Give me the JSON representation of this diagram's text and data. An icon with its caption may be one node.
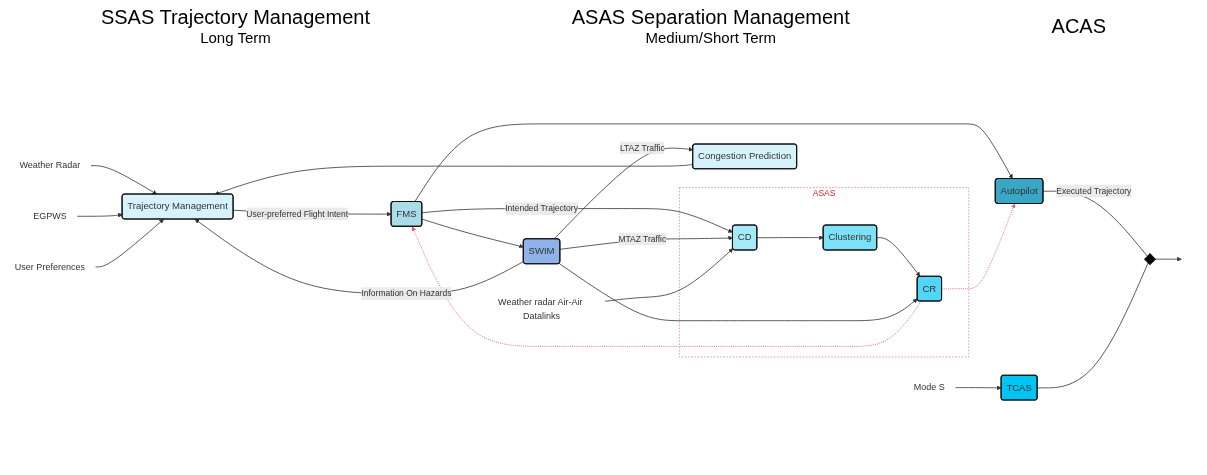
{
  "diagram": {
    "nodes": [
      {
        "text": [
          "Weather Radar"
        ]
      },
      {
        "text": [
          "EGPWS"
        ]
      },
      {
        "text": [
          "User Preferences"
        ]
      },
      {
        "text": [
          "Congestion Prediction"
        ]
      },
      {
        "text": [
          "Trajectory Management"
        ]
      },
      {
        "text": [
          "FMS"
        ]
      },
      {
        "text": [
          "Autopilot"
        ]
      },
      {
        "text": [
          "ASAS"
        ]
      },
      {
        "text": [
          "CD"
        ],
        "in": 7
      },
      {
        "text": [
          "Clustering"
        ],
        "in": 7
      },
      {
        "text": [
          "CR"
        ],
        "in": 7
      },
      {
        "text": [
          "Weather radar Air-Air Datalinks"
        ]
      },
      {
        "text": [
          "TCAS"
        ]
      },
      {
        "text": [
          "Mode S"
        ]
      },
      {
        "text": [
          "SWIM"
        ]
      },
      {
        "text": [],
        "shape": "diamond"
      }
    ],
    "edges": [
      {
        "from": 0,
        "to": 4,
        "arrow": "to"
      },
      {
        "from": 1,
        "to": 4,
        "arrow": "to"
      },
      {
        "from": 2,
        "to": 4,
        "arrow": "to"
      },
      {
        "from": 3,
        "to": 4,
        "arrow": "to"
      },
      {
        "from": 14,
        "to": 3,
        "arrow": "to",
        "label": "LTAZ Traffic"
      },
      {
        "from": 14,
        "to": 4,
        "arrow": "to",
        "label": "Information On Hazards"
      },
      {
        "from": 4,
        "to": 5,
        "arrow": "to",
        "label": "User-preferred Flight Intent"
      },
      {
        "from": 5,
        "to": 6,
        "arrow": "to"
      },
      {
        "from": 5,
        "to": 8,
        "arrow": "to",
        "label": "Intended Trajectory"
      },
      {
        "from": 5,
        "to": 14,
        "arrow": "to"
      },
      {
        "from": 14,
        "to": 8,
        "arrow": "to",
        "label": "MTAZ Traffic"
      },
      {
        "from": 8,
        "to": 9,
        "arrow": "to"
      },
      {
        "from": 9,
        "to": 10,
        "arrow": "to"
      },
      {
        "from": 10,
        "to": 5,
        "arrow": "to",
        "style": "dashed",
        "color": "#e06070"
      },
      {
        "from": 10,
        "to": 6,
        "arrow": "to",
        "style": "dashed",
        "color": "#e06070"
      },
      {
        "from": 14,
        "to": 10,
        "arrow": "to"
      },
      {
        "from": 11,
        "to": 8,
        "arrow": "to"
      },
      {
        "from": 6,
        "to": 15,
        "arrow": "none",
        "label": "Executed Trajectory"
      },
      {
        "from": 15,
        "to": null,
        "arrow": "to"
      },
      {
        "from": 12,
        "to": 15,
        "arrow": "none"
      },
      {
        "from": 13,
        "to": 12,
        "arrow": "to"
      }
    ],
    "labels": [
      "SSAS Trajectory Management",
      "Long Term",
      "ASAS Separation Management",
      "Medium/Short Term",
      "ACAS"
    ]
  }
}
